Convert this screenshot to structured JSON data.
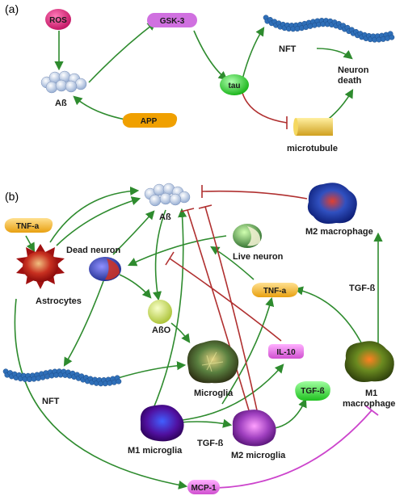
{
  "panels": {
    "a": "(a)",
    "b": "(b)"
  },
  "a": {
    "ros": "ROS",
    "gsk3": "GSK-3",
    "abeta": "Aß",
    "app": "APP",
    "tau": "tau",
    "nft": "NFT",
    "neuron_death_line1": "Neuron",
    "neuron_death_line2": "death",
    "microtubule": "microtubule"
  },
  "b": {
    "abeta": "Aß",
    "tnfa_left": "TNF-a",
    "astrocytes": "Astrocytes",
    "dead_neuron": "Dead neuron",
    "live_neuron": "Live neuron",
    "m2_macrophage": "M2 macrophage",
    "abeta_o": "AßO",
    "tnfa_mid": "TNF-a",
    "tgfb_right": "TGF-ß",
    "il10": "IL-10",
    "microglia": "Microglia",
    "nft": "NFT",
    "tgfb_small": "TGF-ß",
    "m1_macrophage_line1": "M1",
    "m1_macrophage_line2": "macrophage",
    "m1_microglia": "M1 microglia",
    "tgfb_bottom": "TGF-ß",
    "m2_microglia": "M2 microglia",
    "mcp1": "MCP-1"
  },
  "colors": {
    "activation_arrow": "#2e8b2e",
    "inhibition": "#b03030",
    "mcp_inhibition": "#cc44cc",
    "ros": "#e0307a",
    "gsk3": "#d070e0",
    "app": "#f0a000",
    "tau": "#40dd40",
    "tnfa": "#f5b830",
    "il10": "#e070e0",
    "tgfb": "#40dd40",
    "mcp1": "#e050d0",
    "amyloid": "#b8cce8",
    "nft_bead": "#2f6fb8"
  }
}
